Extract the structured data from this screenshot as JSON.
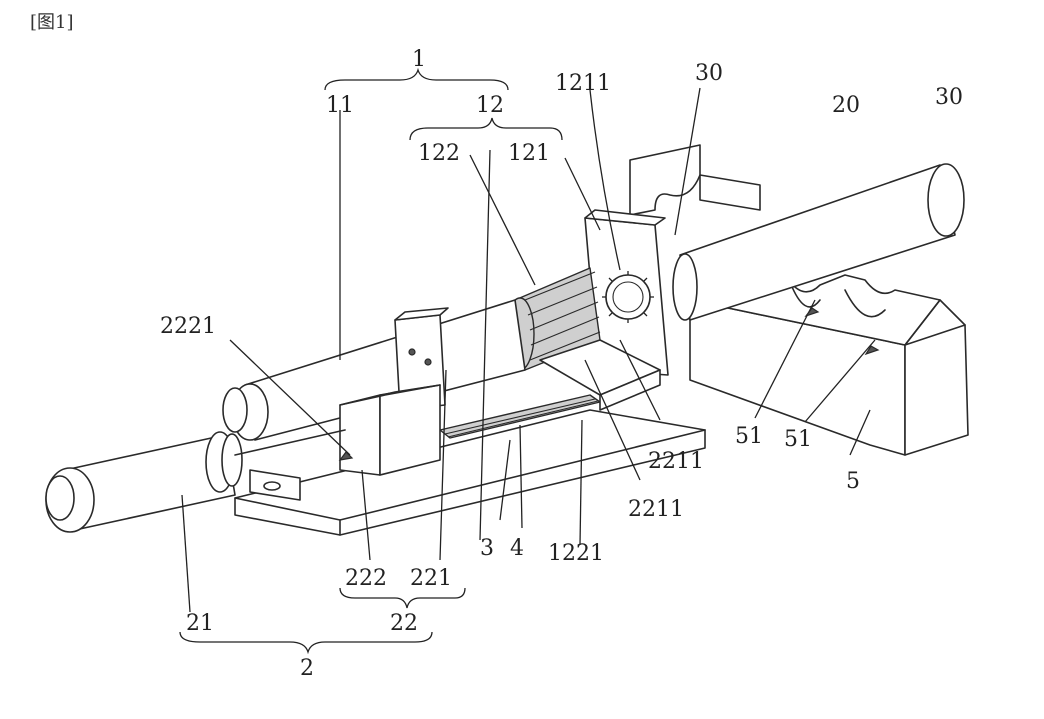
{
  "figure_header": "[图1]",
  "labels": {
    "l1": "1",
    "l11": "11",
    "l12": "12",
    "l121": "121",
    "l122": "122",
    "l1211": "1211",
    "l30a": "30",
    "l20": "20",
    "l30b": "30",
    "l2221": "2221",
    "l2211a": "2211",
    "l2211b": "2211",
    "l51a": "51",
    "l51b": "51",
    "l5": "5",
    "l3": "3",
    "l4": "4",
    "l1221": "1221",
    "l222": "222",
    "l221": "221",
    "l22": "22",
    "l21": "21",
    "l2": "2"
  }
}
